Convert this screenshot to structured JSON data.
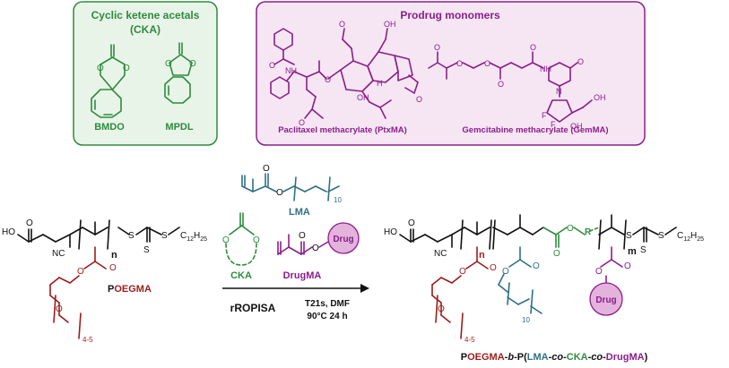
{
  "colors": {
    "black": "#111111",
    "poegma_red": "#9b1c1c",
    "cka_green": "#2e8b3e",
    "cka_box_fill": "#e9f4e9",
    "drug_purple": "#8b1d8b",
    "drug_box_fill": "#f6e6f3",
    "drug_circle_fill": "#e3b3dc",
    "lma_blue": "#2f6f86"
  },
  "cka_box": {
    "title_line1": "Cyclic ketene acetals",
    "title_line2": "(CKA)",
    "monomers": [
      "BMDO",
      "MPDL"
    ]
  },
  "prodrug_box": {
    "title": "Prodrug monomers",
    "monomers": [
      "Paclitaxel methacrylate (PtxMA)",
      "Gemcitabine methacrylate (GemMA)"
    ]
  },
  "atoms": {
    "O": "O",
    "N": "N",
    "F": "F",
    "OH": "OH",
    "HO": "HO",
    "NH": "NH",
    "H": "H",
    "NC": "NC",
    "S": "S",
    "C12H25_main": "C",
    "C12H25_sub": "12",
    "H25_main": "H",
    "H25_sub": "25",
    "n": "n",
    "m": "m",
    "R": "R",
    "sub_4_5": "4-5",
    "sub_10": "10"
  },
  "reagents": {
    "lma": "LMA",
    "cka": "CKA",
    "drugma": "DrugMA",
    "drug": "Drug"
  },
  "reaction": {
    "method": "rROPISA",
    "conditions_line1": "T21s, DMF",
    "conditions_line2": "90°C 24 h"
  },
  "starting_polymer": {
    "label_p": "P",
    "label_rest": "OEGMA"
  },
  "product_label": {
    "p1": "P",
    "oegma": "OEGMA",
    "dash1": "-",
    "b": "b",
    "dash2": "-P(",
    "lma": "LMA",
    "dash3": "-",
    "co1": "co",
    "dash4": "-",
    "cka": "CKA",
    "dash5": "-",
    "co2": "co",
    "dash6": "-",
    "drugma": "DrugMA",
    "close": ")"
  }
}
